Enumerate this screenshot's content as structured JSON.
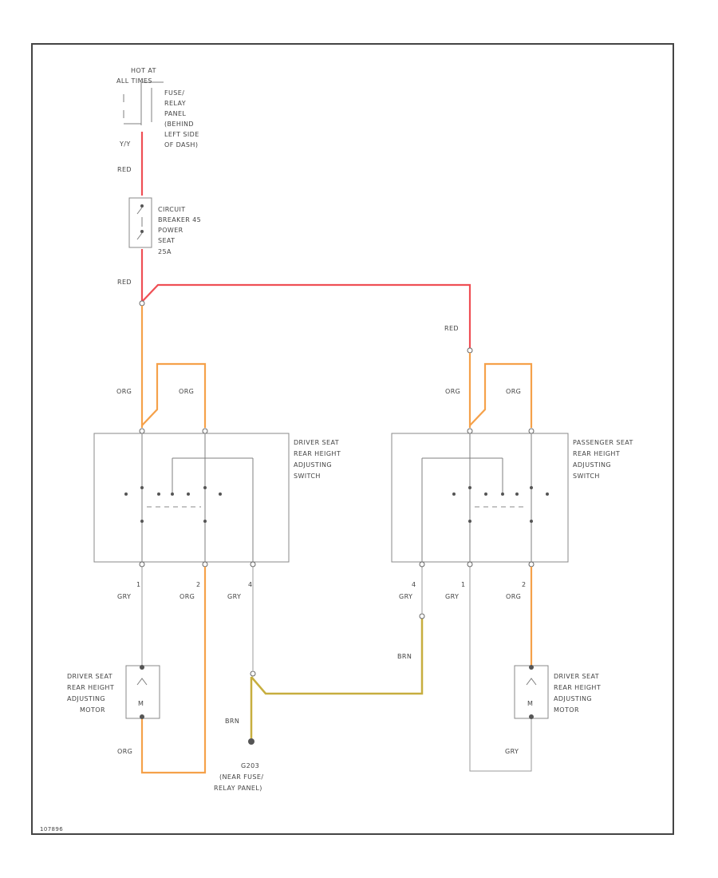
{
  "hot_at": {
    "line1": "HOT AT",
    "line2": "ALL TIMES"
  },
  "fuse_panel": [
    "FUSE/",
    "RELAY",
    "PANEL",
    "(BEHIND",
    "LEFT SIDE",
    "OF DASH)"
  ],
  "fuse_pin": "Y/Y",
  "breaker": [
    "CIRCUIT",
    "BREAKER 45",
    "POWER",
    "SEAT",
    "25A"
  ],
  "wire_colors": {
    "red_top": "RED",
    "red_mid": "RED",
    "red_right": "RED",
    "drv_org_left": "ORG",
    "drv_org_right": "ORG",
    "pas_org_left": "ORG",
    "pas_org_right": "ORG",
    "drv_pin1": "GRY",
    "drv_pin2": "ORG",
    "drv_pin4": "GRY",
    "pas_pin4": "GRY",
    "pas_pin1": "GRY",
    "pas_pin2": "ORG",
    "brn_right": "BRN",
    "brn_left": "BRN",
    "drv_motor_bottom": "ORG",
    "pas_motor_bottom": "GRY"
  },
  "pins": {
    "drv_1": "1",
    "drv_2": "2",
    "drv_4": "4",
    "pas_4": "4",
    "pas_1": "1",
    "pas_2": "2"
  },
  "driver_switch": [
    "DRIVER SEAT",
    "REAR HEIGHT",
    "ADJUSTING",
    "SWITCH"
  ],
  "passenger_switch": [
    "PASSENGER SEAT",
    "REAR HEIGHT",
    "ADJUSTING",
    "SWITCH"
  ],
  "driver_motor": [
    "DRIVER SEAT",
    "REAR HEIGHT",
    "ADJUSTING",
    "MOTOR"
  ],
  "passenger_motor": [
    "DRIVER SEAT",
    "REAR HEIGHT",
    "ADJUSTING",
    "MOTOR"
  ],
  "motor_symbol": "M",
  "ground": [
    "G203",
    "(NEAR FUSE/",
    "RELAY PANEL)"
  ],
  "footer_code": "107896"
}
